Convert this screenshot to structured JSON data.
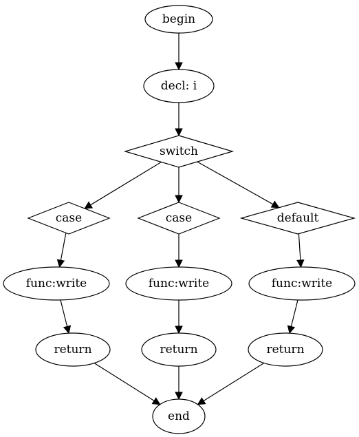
{
  "diagram": {
    "type": "flowchart",
    "nodes": [
      {
        "id": "begin",
        "label": "begin",
        "shape": "ellipse"
      },
      {
        "id": "decl",
        "label": "decl: i",
        "shape": "ellipse"
      },
      {
        "id": "switch",
        "label": "switch",
        "shape": "diamond"
      },
      {
        "id": "case1",
        "label": "case",
        "shape": "diamond"
      },
      {
        "id": "case2",
        "label": "case",
        "shape": "diamond"
      },
      {
        "id": "default",
        "label": "default",
        "shape": "diamond"
      },
      {
        "id": "write1",
        "label": "func:write",
        "shape": "ellipse"
      },
      {
        "id": "write2",
        "label": "func:write",
        "shape": "ellipse"
      },
      {
        "id": "write3",
        "label": "func:write",
        "shape": "ellipse"
      },
      {
        "id": "return1",
        "label": "return",
        "shape": "ellipse"
      },
      {
        "id": "return2",
        "label": "return",
        "shape": "ellipse"
      },
      {
        "id": "return3",
        "label": "return",
        "shape": "ellipse"
      },
      {
        "id": "end",
        "label": "end",
        "shape": "ellipse"
      }
    ],
    "edges": [
      {
        "from": "begin",
        "to": "decl"
      },
      {
        "from": "decl",
        "to": "switch"
      },
      {
        "from": "switch",
        "to": "case1"
      },
      {
        "from": "switch",
        "to": "case2"
      },
      {
        "from": "switch",
        "to": "default"
      },
      {
        "from": "case1",
        "to": "write1"
      },
      {
        "from": "case2",
        "to": "write2"
      },
      {
        "from": "default",
        "to": "write3"
      },
      {
        "from": "write1",
        "to": "return1"
      },
      {
        "from": "write2",
        "to": "return2"
      },
      {
        "from": "write3",
        "to": "return3"
      },
      {
        "from": "return1",
        "to": "end"
      },
      {
        "from": "return2",
        "to": "end"
      },
      {
        "from": "return3",
        "to": "end"
      }
    ]
  }
}
